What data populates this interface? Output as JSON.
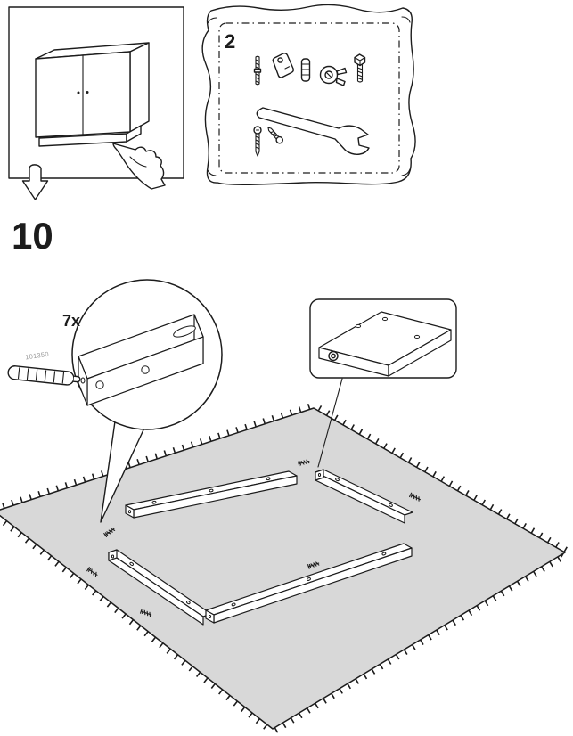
{
  "step": {
    "number": "10"
  },
  "previous_step_panel": {
    "icons": [
      "cabinet-with-plinth",
      "pointing-hand",
      "next-step-arrow"
    ]
  },
  "hardware_box": {
    "quantity": "2",
    "parts": [
      "double-ended-screw",
      "flat-bracket",
      "ribbed-dowel",
      "cam-lock",
      "hex-bolt",
      "open-end-wrench",
      "round-head-screw",
      "angled-screw"
    ]
  },
  "zoom_callout": {
    "count_label": "7x",
    "part_number": "101350",
    "icons": [
      "ribbed-dowel-tool",
      "plinth-rail-with-holes"
    ]
  },
  "detail_callout": {
    "icons": [
      "panel-corner-with-cam-hole"
    ]
  },
  "scene": {
    "icons": [
      "rug-with-fringe",
      "four-rails-layout",
      "loose-screws"
    ]
  },
  "colors": {
    "ink": "#1c1c1c",
    "rug": "#d8d8d8",
    "shade": "#c9c9c9",
    "muted_text": "#9a9a9a"
  }
}
